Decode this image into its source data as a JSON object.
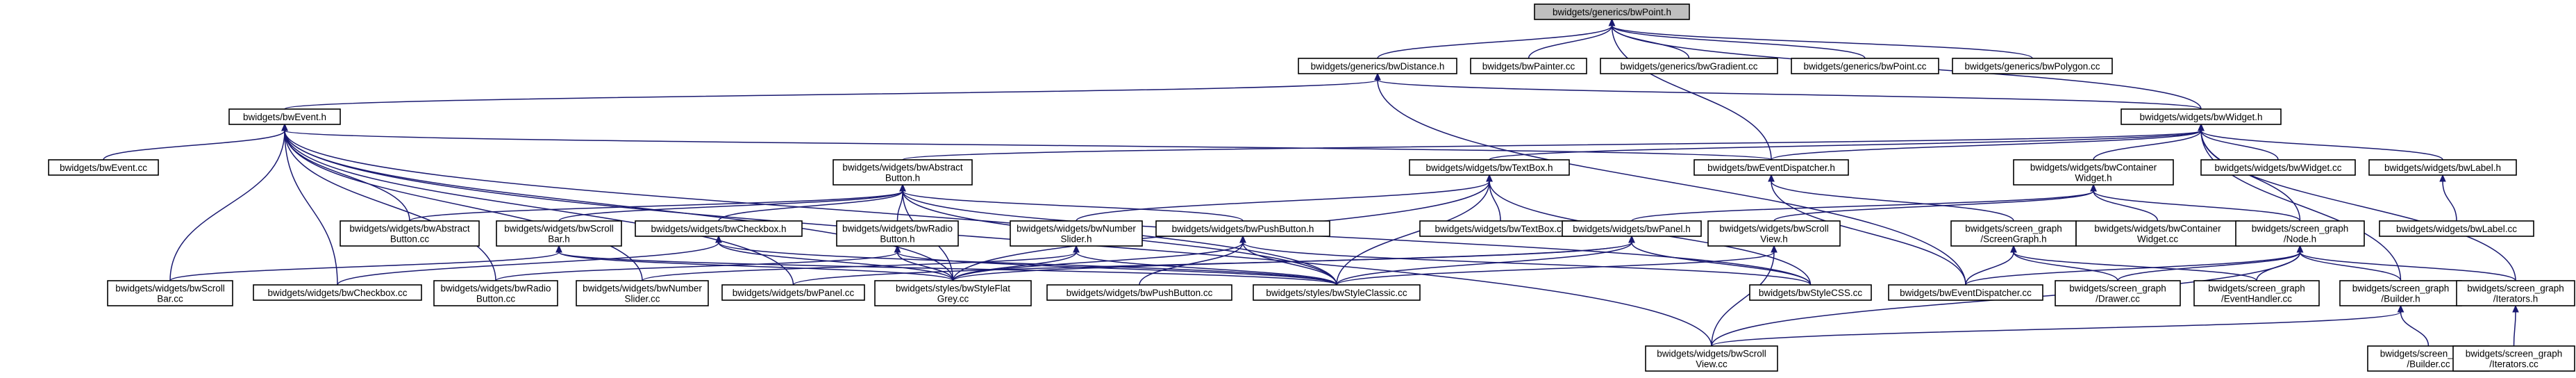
{
  "colors": {
    "edge": "#191970",
    "node_border": "#000000",
    "root_fill": "#bfbfbf",
    "node_fill": "#ffffff"
  },
  "nodes": [
    {
      "id": "bwPoint_h",
      "lines": [
        "bwidgets/generics/bwPoint.h"
      ],
      "root": true
    },
    {
      "id": "bwDistance_h",
      "lines": [
        "bwidgets/generics/bwDistance.h"
      ]
    },
    {
      "id": "bwPainter_cc",
      "lines": [
        "bwidgets/bwPainter.cc"
      ]
    },
    {
      "id": "bwGradient_cc",
      "lines": [
        "bwidgets/generics/bwGradient.cc"
      ]
    },
    {
      "id": "bwPoint_cc",
      "lines": [
        "bwidgets/generics/bwPoint.cc"
      ]
    },
    {
      "id": "bwPolygon_cc",
      "lines": [
        "bwidgets/generics/bwPolygon.cc"
      ]
    },
    {
      "id": "bwEvent_h",
      "lines": [
        "bwidgets/bwEvent.h"
      ]
    },
    {
      "id": "bwWidget_h",
      "lines": [
        "bwidgets/widgets/bwWidget.h"
      ]
    },
    {
      "id": "bwEvent_cc",
      "lines": [
        "bwidgets/bwEvent.cc"
      ]
    },
    {
      "id": "bwAbstractButton_h",
      "lines": [
        "bwidgets/widgets/bwAbstract",
        "Button.h"
      ]
    },
    {
      "id": "bwTextBox_h",
      "lines": [
        "bwidgets/widgets/bwTextBox.h"
      ]
    },
    {
      "id": "bwEventDispatcher_h",
      "lines": [
        "bwidgets/bwEventDispatcher.h"
      ]
    },
    {
      "id": "bwContainerWidget_h",
      "lines": [
        "bwidgets/widgets/bwContainer",
        "Widget.h"
      ]
    },
    {
      "id": "bwWidget_cc",
      "lines": [
        "bwidgets/widgets/bwWidget.cc"
      ]
    },
    {
      "id": "bwLabel_h",
      "lines": [
        "bwidgets/widgets/bwLabel.h"
      ]
    },
    {
      "id": "bwAbstractButton_cc",
      "lines": [
        "bwidgets/widgets/bwAbstract",
        "Button.cc"
      ]
    },
    {
      "id": "bwScrollBar_h",
      "lines": [
        "bwidgets/widgets/bwScroll",
        "Bar.h"
      ]
    },
    {
      "id": "bwCheckbox_h",
      "lines": [
        "bwidgets/widgets/bwCheckbox.h"
      ]
    },
    {
      "id": "bwRadioButton_h",
      "lines": [
        "bwidgets/widgets/bwRadio",
        "Button.h"
      ]
    },
    {
      "id": "bwNumberSlider_h",
      "lines": [
        "bwidgets/widgets/bwNumber",
        "Slider.h"
      ]
    },
    {
      "id": "bwPushButton_h",
      "lines": [
        "bwidgets/widgets/bwPushButton.h"
      ]
    },
    {
      "id": "bwTextBox_cc",
      "lines": [
        "bwidgets/widgets/bwTextBox.cc"
      ]
    },
    {
      "id": "bwPanel_h",
      "lines": [
        "bwidgets/widgets/bwPanel.h"
      ]
    },
    {
      "id": "bwScrollView_h",
      "lines": [
        "bwidgets/widgets/bwScroll",
        "View.h"
      ]
    },
    {
      "id": "ScreenGraph_h",
      "lines": [
        "bwidgets/screen_graph",
        "/ScreenGraph.h"
      ]
    },
    {
      "id": "bwContainerWidget_cc",
      "lines": [
        "bwidgets/widgets/bwContainer",
        "Widget.cc"
      ]
    },
    {
      "id": "Node_h",
      "lines": [
        "bwidgets/screen_graph",
        "/Node.h"
      ]
    },
    {
      "id": "bwLabel_cc",
      "lines": [
        "bwidgets/widgets/bwLabel.cc"
      ]
    },
    {
      "id": "bwScrollBar_cc",
      "lines": [
        "bwidgets/widgets/bwScroll",
        "Bar.cc"
      ]
    },
    {
      "id": "bwCheckbox_cc",
      "lines": [
        "bwidgets/widgets/bwCheckbox.cc"
      ]
    },
    {
      "id": "bwRadioButton_cc",
      "lines": [
        "bwidgets/widgets/bwRadio",
        "Button.cc"
      ]
    },
    {
      "id": "bwNumberSlider_cc",
      "lines": [
        "bwidgets/widgets/bwNumber",
        "Slider.cc"
      ]
    },
    {
      "id": "bwPanel_cc",
      "lines": [
        "bwidgets/widgets/bwPanel.cc"
      ]
    },
    {
      "id": "bwStyleFlatGrey_cc",
      "lines": [
        "bwidgets/styles/bwStyleFlat",
        "Grey.cc"
      ]
    },
    {
      "id": "bwPushButton_cc",
      "lines": [
        "bwidgets/widgets/bwPushButton.cc"
      ]
    },
    {
      "id": "bwStyleClassic_cc",
      "lines": [
        "bwidgets/styles/bwStyleClassic.cc"
      ]
    },
    {
      "id": "bwStyleCSS_cc",
      "lines": [
        "bwidgets/bwStyleCSS.cc"
      ]
    },
    {
      "id": "bwEventDispatcher_cc",
      "lines": [
        "bwidgets/bwEventDispatcher.cc"
      ]
    },
    {
      "id": "Drawer_cc",
      "lines": [
        "bwidgets/screen_graph",
        "/Drawer.cc"
      ]
    },
    {
      "id": "EventHandler_cc",
      "lines": [
        "bwidgets/screen_graph",
        "/EventHandler.cc"
      ]
    },
    {
      "id": "Builder_h",
      "lines": [
        "bwidgets/screen_graph",
        "/Builder.h"
      ]
    },
    {
      "id": "Iterators_h",
      "lines": [
        "bwidgets/screen_graph",
        "/Iterators.h"
      ]
    },
    {
      "id": "bwScrollView_cc",
      "lines": [
        "bwidgets/widgets/bwScroll",
        "View.cc"
      ]
    },
    {
      "id": "Builder_cc",
      "lines": [
        "bwidgets/screen_graph",
        "/Builder.cc"
      ]
    },
    {
      "id": "Iterators_cc",
      "lines": [
        "bwidgets/screen_graph",
        "/Iterators.cc"
      ]
    }
  ],
  "edges": [
    [
      "bwDistance_h",
      "bwPoint_h"
    ],
    [
      "bwPainter_cc",
      "bwPoint_h"
    ],
    [
      "bwGradient_cc",
      "bwPoint_h"
    ],
    [
      "bwPoint_cc",
      "bwPoint_h"
    ],
    [
      "bwPolygon_cc",
      "bwPoint_h"
    ],
    [
      "bwEventDispatcher_h",
      "bwPoint_h"
    ],
    [
      "bwWidget_h",
      "bwPoint_h"
    ],
    [
      "bwEvent_h",
      "bwDistance_h"
    ],
    [
      "bwWidget_h",
      "bwDistance_h"
    ],
    [
      "bwEventDispatcher_cc",
      "bwDistance_h"
    ],
    [
      "bwEvent_cc",
      "bwEvent_h"
    ],
    [
      "bwAbstractButton_cc",
      "bwEvent_h"
    ],
    [
      "bwScrollBar_cc",
      "bwEvent_h"
    ],
    [
      "bwCheckbox_cc",
      "bwEvent_h"
    ],
    [
      "bwRadioButton_cc",
      "bwEvent_h"
    ],
    [
      "bwNumberSlider_cc",
      "bwEvent_h"
    ],
    [
      "bwPanel_cc",
      "bwEvent_h"
    ],
    [
      "bwStyleClassic_cc",
      "bwEvent_h"
    ],
    [
      "bwEventDispatcher_h",
      "bwEvent_h"
    ],
    [
      "bwScrollView_cc",
      "bwEvent_h"
    ],
    [
      "bwStyleFlatGrey_cc",
      "bwEvent_h"
    ],
    [
      "bwAbstractButton_h",
      "bwWidget_h"
    ],
    [
      "bwTextBox_h",
      "bwWidget_h"
    ],
    [
      "bwEventDispatcher_h",
      "bwWidget_h"
    ],
    [
      "bwContainerWidget_h",
      "bwWidget_h"
    ],
    [
      "bwWidget_cc",
      "bwWidget_h"
    ],
    [
      "bwLabel_h",
      "bwWidget_h"
    ],
    [
      "Node_h",
      "bwWidget_h"
    ],
    [
      "Builder_h",
      "bwWidget_h"
    ],
    [
      "Iterators_h",
      "bwWidget_h"
    ],
    [
      "bwLabel_cc",
      "bwLabel_h"
    ],
    [
      "bwAbstractButton_cc",
      "bwAbstractButton_h"
    ],
    [
      "bwScrollBar_h",
      "bwAbstractButton_h"
    ],
    [
      "bwCheckbox_h",
      "bwAbstractButton_h"
    ],
    [
      "bwRadioButton_h",
      "bwAbstractButton_h"
    ],
    [
      "bwPushButton_h",
      "bwAbstractButton_h"
    ],
    [
      "bwStyleFlatGrey_cc",
      "bwAbstractButton_h"
    ],
    [
      "bwStyleClassic_cc",
      "bwAbstractButton_h"
    ],
    [
      "bwStyleCSS_cc",
      "bwAbstractButton_h"
    ],
    [
      "bwNumberSlider_h",
      "bwTextBox_h"
    ],
    [
      "bwTextBox_cc",
      "bwTextBox_h"
    ],
    [
      "bwStyleFlatGrey_cc",
      "bwTextBox_h"
    ],
    [
      "bwStyleClassic_cc",
      "bwTextBox_h"
    ],
    [
      "bwStyleCSS_cc",
      "bwTextBox_h"
    ],
    [
      "ScreenGraph_h",
      "bwEventDispatcher_h"
    ],
    [
      "bwEventDispatcher_cc",
      "bwEventDispatcher_h"
    ],
    [
      "bwPanel_h",
      "bwContainerWidget_h"
    ],
    [
      "bwScrollView_h",
      "bwContainerWidget_h"
    ],
    [
      "bwContainerWidget_cc",
      "bwContainerWidget_h"
    ],
    [
      "Node_h",
      "bwContainerWidget_h"
    ],
    [
      "bwScrollBar_cc",
      "bwScrollBar_h"
    ],
    [
      "bwStyleFlatGrey_cc",
      "bwScrollBar_h"
    ],
    [
      "bwStyleClassic_cc",
      "bwScrollBar_h"
    ],
    [
      "bwCheckbox_cc",
      "bwCheckbox_h"
    ],
    [
      "bwStyleFlatGrey_cc",
      "bwCheckbox_h"
    ],
    [
      "bwStyleClassic_cc",
      "bwCheckbox_h"
    ],
    [
      "bwRadioButton_cc",
      "bwRadioButton_h"
    ],
    [
      "bwStyleFlatGrey_cc",
      "bwRadioButton_h"
    ],
    [
      "bwStyleClassic_cc",
      "bwRadioButton_h"
    ],
    [
      "bwNumberSlider_cc",
      "bwNumberSlider_h"
    ],
    [
      "bwStyleFlatGrey_cc",
      "bwNumberSlider_h"
    ],
    [
      "bwStyleClassic_cc",
      "bwNumberSlider_h"
    ],
    [
      "bwPushButton_cc",
      "bwPushButton_h"
    ],
    [
      "bwStyleFlatGrey_cc",
      "bwPushButton_h"
    ],
    [
      "bwStyleClassic_cc",
      "bwPushButton_h"
    ],
    [
      "bwStyleCSS_cc",
      "bwPushButton_h"
    ],
    [
      "bwPanel_cc",
      "bwPanel_h"
    ],
    [
      "bwStyleFlatGrey_cc",
      "bwPanel_h"
    ],
    [
      "bwStyleClassic_cc",
      "bwPanel_h"
    ],
    [
      "bwStyleCSS_cc",
      "bwPanel_h"
    ],
    [
      "bwScrollView_cc",
      "bwScrollView_h"
    ],
    [
      "bwStyleClassic_cc",
      "bwScrollView_h"
    ],
    [
      "bwEventDispatcher_cc",
      "ScreenGraph_h"
    ],
    [
      "Drawer_cc",
      "ScreenGraph_h"
    ],
    [
      "EventHandler_cc",
      "ScreenGraph_h"
    ],
    [
      "bwEventDispatcher_cc",
      "Node_h"
    ],
    [
      "Drawer_cc",
      "Node_h"
    ],
    [
      "EventHandler_cc",
      "Node_h"
    ],
    [
      "Builder_h",
      "Node_h"
    ],
    [
      "Iterators_h",
      "Node_h"
    ],
    [
      "bwScrollView_cc",
      "Node_h"
    ],
    [
      "bwScrollView_cc",
      "Builder_h"
    ],
    [
      "Builder_cc",
      "Builder_h"
    ],
    [
      "Iterators_cc",
      "Iterators_h"
    ]
  ]
}
